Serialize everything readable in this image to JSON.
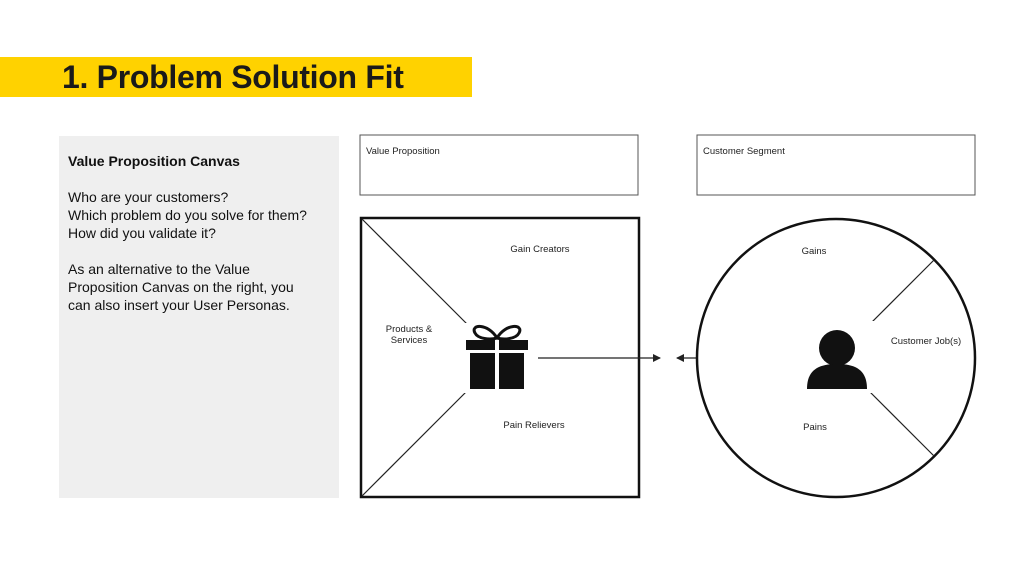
{
  "header": {
    "title": "1. Problem Solution Fit",
    "accent_color": "#ffd200"
  },
  "info_panel": {
    "heading": "Value Proposition Canvas",
    "questions": [
      "Who are your customers?",
      "Which problem do you solve for them?",
      "How did you validate it?"
    ],
    "note_lines": [
      "As an alternative to the Value",
      "Proposition Canvas on the right, you",
      "can also insert your User Personas."
    ]
  },
  "value_proposition": {
    "box_label": "Value Proposition",
    "gain_creators": "Gain Creators",
    "products_services": [
      "Products &",
      "Services"
    ],
    "pain_relievers": "Pain Relievers",
    "icon": "gift-icon"
  },
  "customer_segment": {
    "box_label": "Customer Segment",
    "gains": "Gains",
    "customer_jobs": "Customer Job(s)",
    "pains": "Pains",
    "icon": "person-icon"
  }
}
